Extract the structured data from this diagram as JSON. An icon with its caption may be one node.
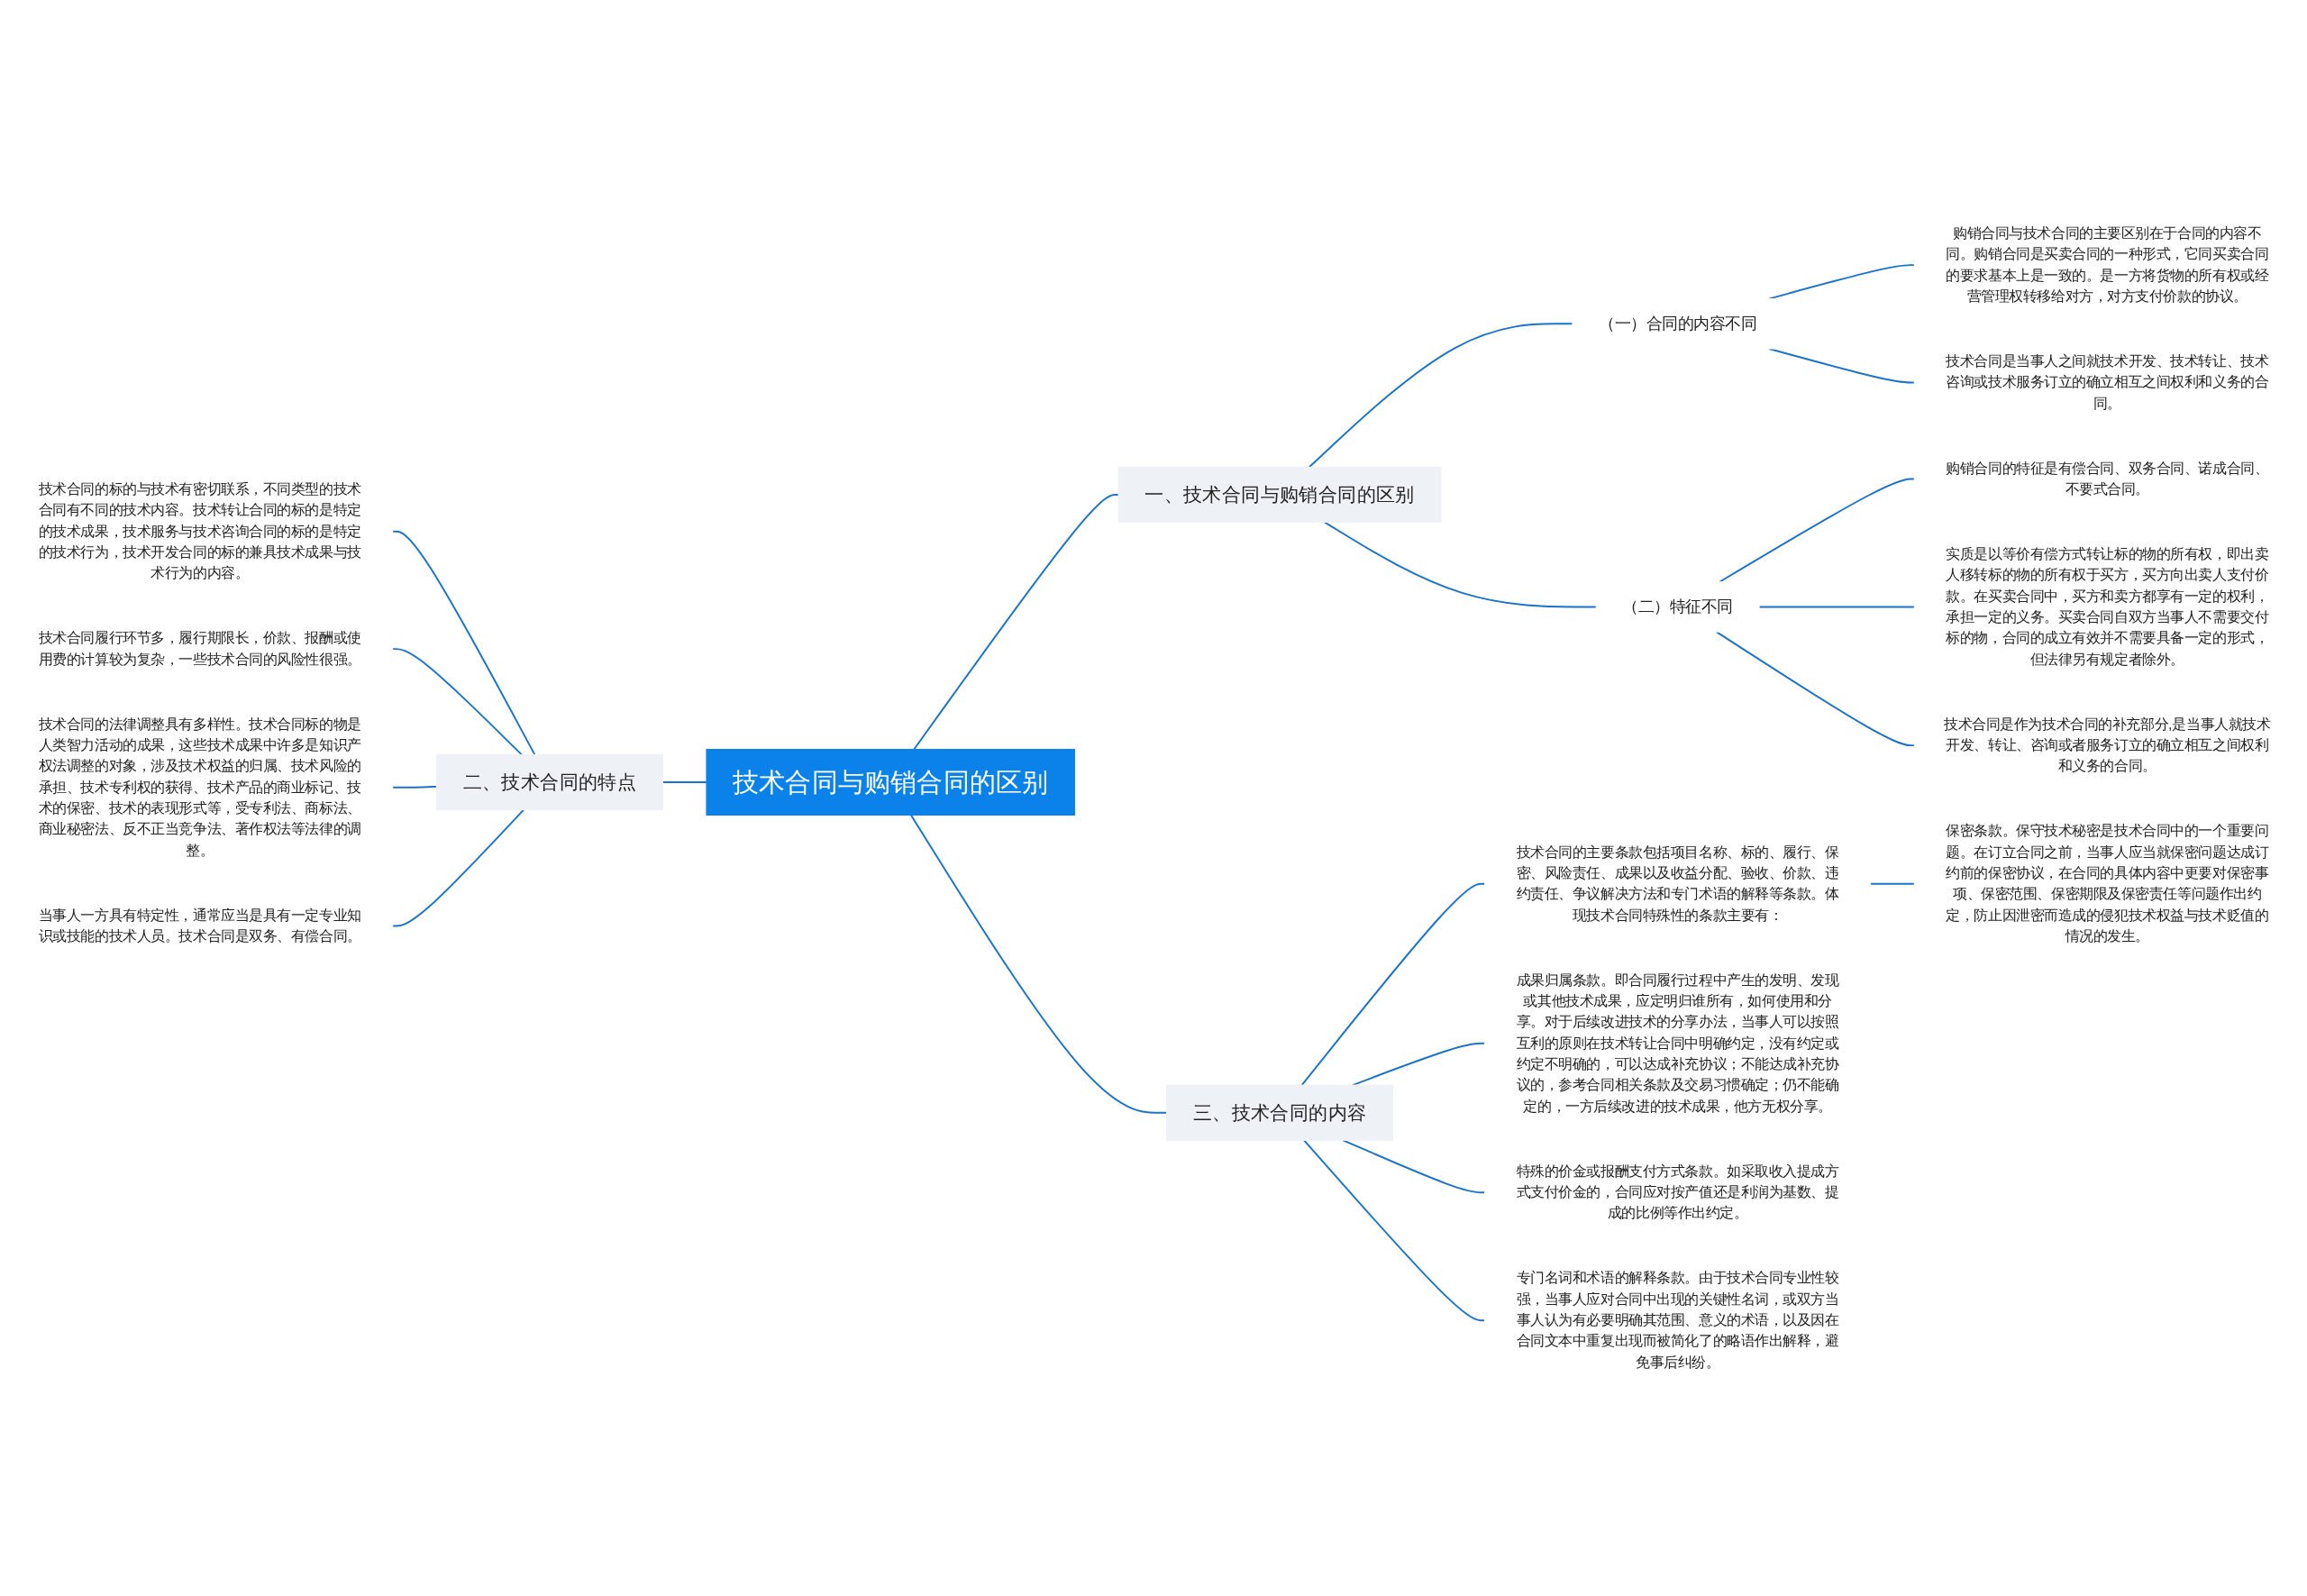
{
  "diagram": {
    "nodes": [
      {
        "text": [
          "技术合同与购销合同的区别"
        ]
      },
      {
        "text": [
          "一、技术合同与购销合同的区别"
        ]
      },
      {
        "text": [
          "（一）合同的内容不同"
        ]
      },
      {
        "text": [
          "购销合同与技术合同的主要区别在于合同的内容不同。购销合同是买卖合同的一种形式，它同买卖合同的要求基本上是一致的。是一方将货物的所有权或经营管理权转移给对方，对方支付价款的协议。"
        ]
      },
      {
        "text": [
          "技术合同是当事人之间就技术开发、技术转让、技术咨询或技术服务订立的确立相互之间权利和义务的合同。"
        ]
      },
      {
        "text": [
          "（二）特征不同"
        ]
      },
      {
        "text": [
          "购销合同的特征是有偿合同、双务合同、诺成合同、不要式合同。"
        ]
      },
      {
        "text": [
          "实质是以等价有偿方式转让标的物的所有权，即出卖人移转标的物的所有权于买方，买方向出卖人支付价款。在买卖合同中，买方和卖方都享有一定的权利，承担一定的义务。买卖合同自双方当事人不需要交付标的物，合同的成立有效并不需要具备一定的形式，但法律另有规定者除外。"
        ]
      },
      {
        "text": [
          "技术合同是作为技术合同的补充部分,是当事人就技术开发、转让、咨询或者服务订立的确立相互之间权利和义务的合同。"
        ]
      },
      {
        "text": [
          "二、技术合同的特点"
        ]
      },
      {
        "text": [
          "技术合同的标的与技术有密切联系，不同类型的技术合同有不同的技术内容。技术转让合同的标的是特定的技术成果，技术服务与技术咨询合同的标的是特定的技术行为，技术开发合同的标的兼具技术成果与技术行为的内容。"
        ]
      },
      {
        "text": [
          "技术合同履行环节多，履行期限长，价款、报酬或使用费的计算较为复杂，一些技术合同的风险性很强。"
        ]
      },
      {
        "text": [
          "技术合同的法律调整具有多样性。技术合同标的物是人类智力活动的成果，这些技术成果中许多是知识产权法调整的对象，涉及技术权益的归属、技术风险的承担、技术专利权的获得、技术产品的商业标记、技术的保密、技术的表现形式等，受专利法、商标法、商业秘密法、反不正当竞争法、著作权法等法律的调整。"
        ]
      },
      {
        "text": [
          "当事人一方具有特定性，通常应当是具有一定专业知识或技能的技术人员。技术合同是双务、有偿合同。"
        ]
      },
      {
        "text": [
          "三、技术合同的内容"
        ]
      },
      {
        "text": [
          "技术合同的主要条款包括项目名称、标的、履行、保密、风险责任、成果以及收益分配、验收、价款、违约责任、争议解决方法和专门术语的解释等条款。体现技术合同特殊性的条款主要有："
        ]
      },
      {
        "text": [
          "保密条款。保守技术秘密是技术合同中的一个重要问题。在订立合同之前，当事人应当就保密问题达成订约前的保密协议，在合同的具体内容中更要对保密事项、保密范围、保密期限及保密责任等问题作出约定，防止因泄密而造成的侵犯技术权益与技术贬值的情况的发生。"
        ]
      },
      {
        "text": [
          "成果归属条款。即合同履行过程中产生的发明、发现或其他技术成果，应定明归谁所有，如何使用和分享。对于后续改进技术的分享办法，当事人可以按照互利的原则在技术转让合同中明确约定，没有约定或约定不明确的，可以达成补充协议；不能达成补充协议的，参考合同相关条款及交易习惯确定；仍不能确定的，一方后续改进的技术成果，他方无权分享。"
        ]
      },
      {
        "text": [
          "特殊的价金或报酬支付方式条款。如采取收入提成方式支付价金的，合同应对按产值还是利润为基数、提成的比例等作出约定。"
        ]
      },
      {
        "text": [
          "专门名词和术语的解释条款。由于技术合同专业性较强，当事人应对合同中出现的关键性名词，或双方当事人认为有必要明确其范围、意义的术语，以及因在合同文本中重复出现而被简化了的略语作出解释，避免事后纠纷。"
        ]
      }
    ],
    "edges": [
      {
        "from": 0,
        "to": 1,
        "arrow": "none"
      },
      {
        "from": 1,
        "to": 2,
        "arrow": "none"
      },
      {
        "from": 2,
        "to": 3,
        "arrow": "none"
      },
      {
        "from": 2,
        "to": 4,
        "arrow": "none"
      },
      {
        "from": 1,
        "to": 5,
        "arrow": "none"
      },
      {
        "from": 5,
        "to": 6,
        "arrow": "none"
      },
      {
        "from": 5,
        "to": 7,
        "arrow": "none"
      },
      {
        "from": 5,
        "to": 8,
        "arrow": "none"
      },
      {
        "from": 9,
        "to": 0,
        "arrow": "none"
      },
      {
        "from": 10,
        "to": 9,
        "arrow": "none"
      },
      {
        "from": 11,
        "to": 9,
        "arrow": "none"
      },
      {
        "from": 12,
        "to": 9,
        "arrow": "none"
      },
      {
        "from": 13,
        "to": 9,
        "arrow": "none"
      },
      {
        "from": 0,
        "to": 14,
        "arrow": "none"
      },
      {
        "from": 14,
        "to": 15,
        "arrow": "none"
      },
      {
        "from": 15,
        "to": 16,
        "arrow": "none"
      },
      {
        "from": 14,
        "to": 17,
        "arrow": "none"
      },
      {
        "from": 14,
        "to": 18,
        "arrow": "none"
      },
      {
        "from": 14,
        "to": 19,
        "arrow": "none"
      }
    ]
  }
}
